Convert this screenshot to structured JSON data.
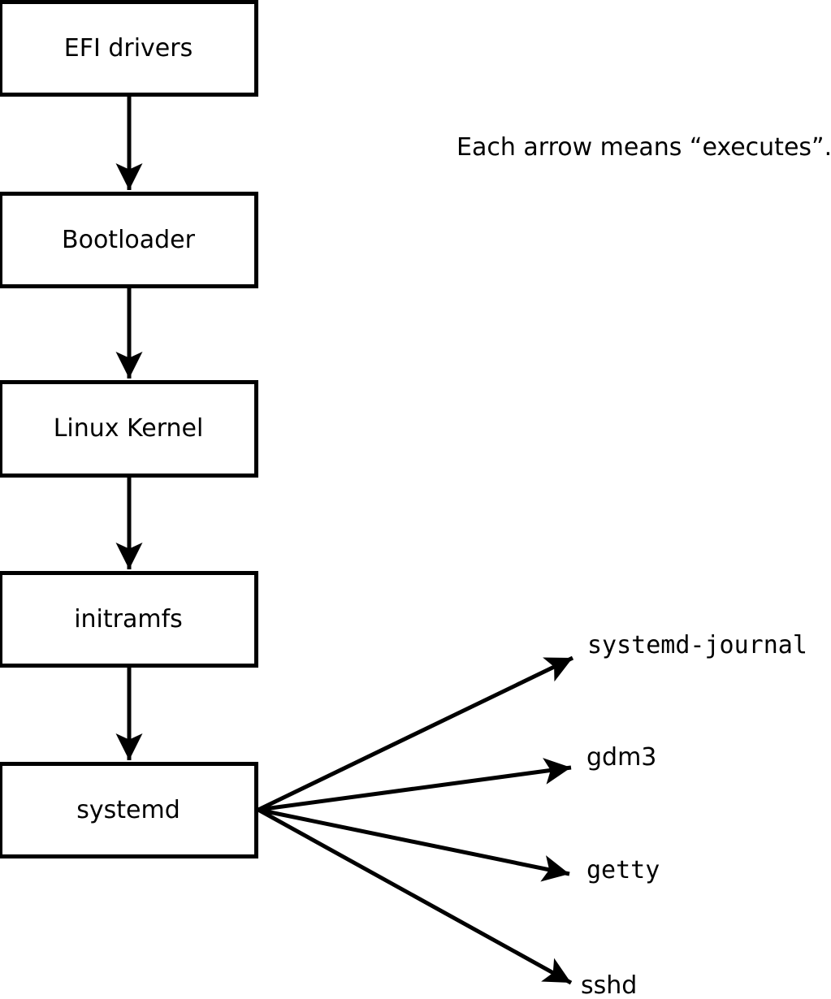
{
  "diagram": {
    "caption": "Each arrow means “executes”.",
    "arrow_relation": "executes",
    "boot_chain": [
      {
        "id": "efi-drivers",
        "label": "EFI drivers"
      },
      {
        "id": "bootloader",
        "label": "Bootloader"
      },
      {
        "id": "linux-kernel",
        "label": "Linux Kernel"
      },
      {
        "id": "initramfs",
        "label": "initramfs"
      },
      {
        "id": "systemd",
        "label": "systemd"
      }
    ],
    "spawned_processes": [
      {
        "id": "systemd-journal",
        "label": "systemd-journal"
      },
      {
        "id": "gdm3",
        "label": "gdm3"
      },
      {
        "id": "getty",
        "label": "getty"
      },
      {
        "id": "sshd",
        "label": "sshd"
      }
    ],
    "edges": [
      {
        "from": "EFI drivers",
        "to": "Bootloader",
        "relation": "executes"
      },
      {
        "from": "Bootloader",
        "to": "Linux Kernel",
        "relation": "executes"
      },
      {
        "from": "Linux Kernel",
        "to": "initramfs",
        "relation": "executes"
      },
      {
        "from": "initramfs",
        "to": "systemd",
        "relation": "executes"
      },
      {
        "from": "systemd",
        "to": "systemd-journal",
        "relation": "executes"
      },
      {
        "from": "systemd",
        "to": "gdm3",
        "relation": "executes"
      },
      {
        "from": "systemd",
        "to": "getty",
        "relation": "executes"
      },
      {
        "from": "systemd",
        "to": "sshd",
        "relation": "executes"
      }
    ],
    "colors": {
      "background": "#ffffff",
      "box_fill": "#ffffff",
      "line": "#000000",
      "text": "#000000"
    }
  }
}
